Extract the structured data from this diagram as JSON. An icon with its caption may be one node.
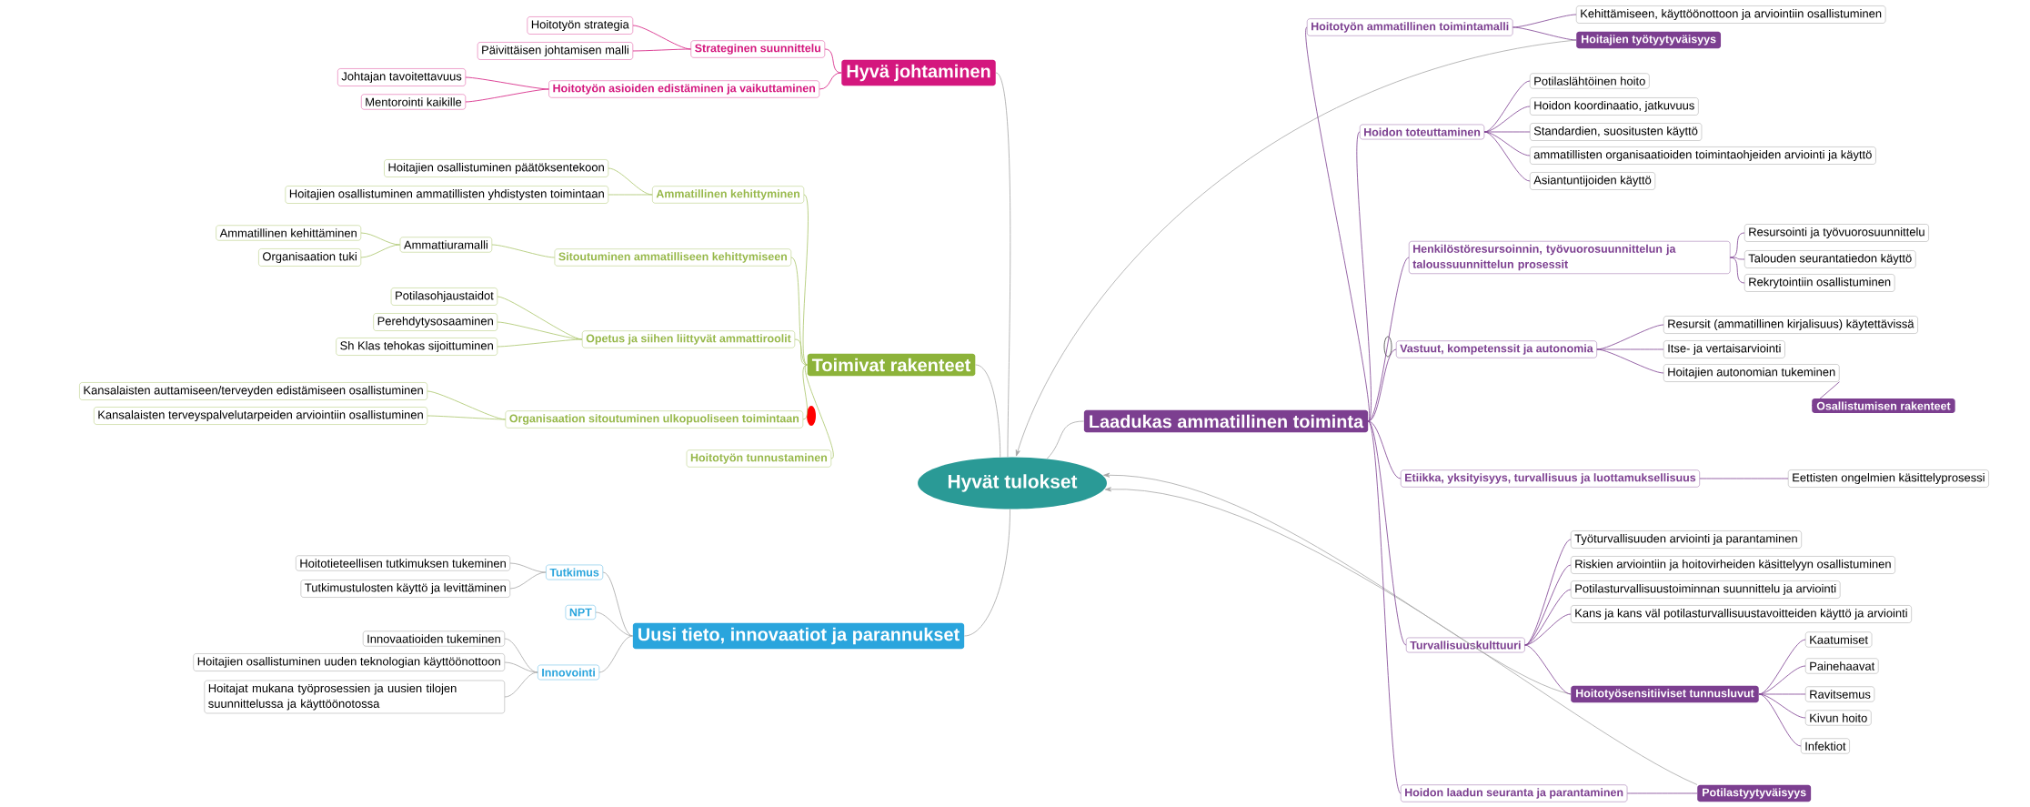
{
  "diagram": {
    "nodes": [
      {
        "text": [
          "Hyvät tulokset"
        ]
      },
      {
        "text": [
          "Hyvä johtaminen"
        ]
      },
      {
        "text": [
          "Strateginen suunnittelu"
        ]
      },
      {
        "text": [
          "Hoitotyön strategia"
        ]
      },
      {
        "text": [
          "Päivittäisen johtamisen malli"
        ]
      },
      {
        "text": [
          "Hoitotyön asioiden edistäminen ja vaikuttaminen"
        ]
      },
      {
        "text": [
          "Johtajan tavoitettavuus"
        ]
      },
      {
        "text": [
          "Mentorointi kaikille"
        ]
      },
      {
        "text": [
          "Toimivat rakenteet"
        ]
      },
      {
        "text": [
          "Ammatillinen kehittyminen"
        ]
      },
      {
        "text": [
          "Hoitajien osallistuminen päätöksentekoon"
        ]
      },
      {
        "text": [
          "Hoitajien osallistuminen ammatillisten yhdistysten toimintaan"
        ]
      },
      {
        "text": [
          "Sitoutuminen ammatilliseen kehittymiseen"
        ]
      },
      {
        "text": [
          "Ammattiuramalli"
        ]
      },
      {
        "text": [
          "Ammatillinen kehittäminen"
        ]
      },
      {
        "text": [
          "Organisaation tuki"
        ]
      },
      {
        "text": [
          "Opetus ja siihen liittyvät ammattiroolit"
        ]
      },
      {
        "text": [
          "Potilasohjaustaidot"
        ]
      },
      {
        "text": [
          "Perehdytysosaaminen"
        ]
      },
      {
        "text": [
          "Sh Klas tehokas sijoittuminen"
        ]
      },
      {
        "text": [
          "Organisaation sitoutuminen ulkopuoliseen toimintaan"
        ]
      },
      {
        "text": [
          "Kansalaisten auttamiseen/terveyden edistämiseen osallistuminen"
        ]
      },
      {
        "text": [
          "Kansalaisten terveyspalvelutarpeiden arviointiin osallistuminen"
        ]
      },
      {
        "text": [
          "Hoitotyön tunnustaminen"
        ]
      },
      {
        "text": [
          "Uusi tieto, innovaatiot ja parannukset"
        ]
      },
      {
        "text": [
          "Tutkimus"
        ]
      },
      {
        "text": [
          "Hoitotieteellisen tutkimuksen tukeminen"
        ]
      },
      {
        "text": [
          "Tutkimustulosten käyttö ja levittäminen"
        ]
      },
      {
        "text": [
          "NPT"
        ]
      },
      {
        "text": [
          "Innovointi"
        ]
      },
      {
        "text": [
          "Innovaatioiden tukeminen"
        ]
      },
      {
        "text": [
          "Hoitajien osallistuminen uuden teknologian käyttöönottoon"
        ]
      },
      {
        "text": [
          "Hoitajat mukana työprosessien ja uusien tilojen suunnittelussa ja käyttöönotossa"
        ]
      },
      {
        "text": [
          "Laadukas ammatillinen toiminta"
        ]
      },
      {
        "text": [
          "Hoitotyön ammatillinen toimintamalli"
        ]
      },
      {
        "text": [
          "Kehittämiseen, käyttöönottoon ja arviointiin osallistuminen"
        ]
      },
      {
        "text": [
          "Hoitajien työtyytyväisyys"
        ]
      },
      {
        "text": [
          "Hoidon toteuttaminen"
        ]
      },
      {
        "text": [
          "Potilaslähtöinen hoito"
        ]
      },
      {
        "text": [
          "Hoidon koordinaatio, jatkuvuus"
        ]
      },
      {
        "text": [
          "Standardien, suositusten käyttö"
        ]
      },
      {
        "text": [
          "ammatillisten organisaatioiden toimintaohjeiden arviointi ja käyttö"
        ]
      },
      {
        "text": [
          "Asiantuntijoiden käyttö"
        ]
      },
      {
        "text": [
          "Henkilöstöresursoinnin, työvuorosuunnittelun ja taloussuunnittelun prosessit"
        ]
      },
      {
        "text": [
          "Resursointi ja työvuorosuunnittelu"
        ]
      },
      {
        "text": [
          "Talouden seurantatiedon käyttö"
        ]
      },
      {
        "text": [
          "Rekrytointiin osallistuminen"
        ]
      },
      {
        "text": [
          "Vastuut, kompetenssit ja autonomia"
        ]
      },
      {
        "text": [
          "Resursit (ammatillinen kirjalisuus) käytettävissä"
        ]
      },
      {
        "text": [
          "Itse- ja vertaisarviointi"
        ]
      },
      {
        "text": [
          "Hoitajien autonomian tukeminen"
        ]
      },
      {
        "text": [
          "Osallistumisen rakenteet"
        ]
      },
      {
        "text": [
          "Etiikka, yksityisyys, turvallisuus ja luottamuksellisuus"
        ]
      },
      {
        "text": [
          "Eettisten ongelmien käsittelyprosessi"
        ]
      },
      {
        "text": [
          "Turvallisuuskulttuuri"
        ]
      },
      {
        "text": [
          "Työturvallisuuden arviointi ja parantaminen"
        ]
      },
      {
        "text": [
          "Riskien arviointiin ja hoitovirheiden käsittelyyn osallistuminen"
        ]
      },
      {
        "text": [
          "Potilasturvallisuustoiminnan suunnittelu ja arviointi"
        ]
      },
      {
        "text": [
          "Kans ja kans väl potilasturvallisuustavoitteiden käyttö ja arviointi"
        ]
      },
      {
        "text": [
          "Hoitotyösensitiiviset tunnusluvut"
        ]
      },
      {
        "text": [
          "Kaatumiset"
        ]
      },
      {
        "text": [
          "Painehaavat"
        ]
      },
      {
        "text": [
          "Ravitsemus"
        ]
      },
      {
        "text": [
          "Kivun hoito"
        ]
      },
      {
        "text": [
          "Infektiot"
        ]
      },
      {
        "text": [
          "Hoidon laadun seuranta ja parantaminen"
        ]
      },
      {
        "text": [
          "Potilastyytyväisyys"
        ]
      }
    ],
    "edges": [
      {
        "from": 1,
        "to": 0,
        "arrow": "none",
        "color": "#a6a6a6"
      },
      {
        "from": 8,
        "to": 0,
        "arrow": "none",
        "color": "#a6a6a6"
      },
      {
        "from": 24,
        "to": 0,
        "arrow": "none",
        "color": "#a6a6a6"
      },
      {
        "from": 33,
        "to": 0,
        "arrow": "none",
        "color": "#a6a6a6"
      },
      {
        "from": 36,
        "to": 0,
        "arrow": "to",
        "color": "#a6a6a6"
      },
      {
        "from": 59,
        "to": 0,
        "arrow": "to",
        "color": "#a6a6a6"
      },
      {
        "from": 66,
        "to": 0,
        "arrow": "to",
        "color": "#a6a6a6"
      },
      {
        "from": 1,
        "to": 2,
        "arrow": "none",
        "color": "#d4177e"
      },
      {
        "from": 2,
        "to": 3,
        "arrow": "none",
        "color": "#d4177e"
      },
      {
        "from": 2,
        "to": 4,
        "arrow": "none",
        "color": "#d4177e"
      },
      {
        "from": 1,
        "to": 5,
        "arrow": "none",
        "color": "#d4177e"
      },
      {
        "from": 5,
        "to": 6,
        "arrow": "none",
        "color": "#d4177e"
      },
      {
        "from": 5,
        "to": 7,
        "arrow": "none",
        "color": "#d4177e"
      },
      {
        "from": 8,
        "to": 9,
        "arrow": "none",
        "color": "#a9c56a"
      },
      {
        "from": 9,
        "to": 10,
        "arrow": "none",
        "color": "#a9c56a"
      },
      {
        "from": 9,
        "to": 11,
        "arrow": "none",
        "color": "#a9c56a"
      },
      {
        "from": 8,
        "to": 12,
        "arrow": "none",
        "color": "#a9c56a"
      },
      {
        "from": 12,
        "to": 13,
        "arrow": "none",
        "color": "#a9c56a"
      },
      {
        "from": 13,
        "to": 14,
        "arrow": "none",
        "color": "#a9c56a"
      },
      {
        "from": 13,
        "to": 15,
        "arrow": "none",
        "color": "#a9c56a"
      },
      {
        "from": 8,
        "to": 16,
        "arrow": "none",
        "color": "#a9c56a"
      },
      {
        "from": 16,
        "to": 17,
        "arrow": "none",
        "color": "#a9c56a"
      },
      {
        "from": 16,
        "to": 18,
        "arrow": "none",
        "color": "#a9c56a"
      },
      {
        "from": 16,
        "to": 19,
        "arrow": "none",
        "color": "#a9c56a"
      },
      {
        "from": 8,
        "to": 20,
        "arrow": "none",
        "color": "#a9c56a"
      },
      {
        "from": 20,
        "to": 21,
        "arrow": "none",
        "color": "#a9c56a"
      },
      {
        "from": 20,
        "to": 22,
        "arrow": "none",
        "color": "#a9c56a"
      },
      {
        "from": 8,
        "to": 23,
        "arrow": "none",
        "color": "#a9c56a"
      },
      {
        "from": 24,
        "to": 25,
        "arrow": "none",
        "color": "#a6a6a6"
      },
      {
        "from": 25,
        "to": 26,
        "arrow": "none",
        "color": "#a6a6a6"
      },
      {
        "from": 25,
        "to": 27,
        "arrow": "none",
        "color": "#a6a6a6"
      },
      {
        "from": 24,
        "to": 28,
        "arrow": "none",
        "color": "#a6a6a6"
      },
      {
        "from": 24,
        "to": 29,
        "arrow": "none",
        "color": "#a6a6a6"
      },
      {
        "from": 29,
        "to": 30,
        "arrow": "none",
        "color": "#a6a6a6"
      },
      {
        "from": 29,
        "to": 31,
        "arrow": "none",
        "color": "#a6a6a6"
      },
      {
        "from": 29,
        "to": 32,
        "arrow": "none",
        "color": "#a6a6a6"
      },
      {
        "from": 33,
        "to": 34,
        "arrow": "none"
      },
      {
        "from": 34,
        "to": 35,
        "arrow": "none"
      },
      {
        "from": 34,
        "to": 36,
        "arrow": "none"
      },
      {
        "from": 33,
        "to": 37,
        "arrow": "none"
      },
      {
        "from": 37,
        "to": 38,
        "arrow": "none"
      },
      {
        "from": 37,
        "to": 39,
        "arrow": "none"
      },
      {
        "from": 37,
        "to": 40,
        "arrow": "none"
      },
      {
        "from": 37,
        "to": 41,
        "arrow": "none"
      },
      {
        "from": 37,
        "to": 42,
        "arrow": "none"
      },
      {
        "from": 33,
        "to": 43,
        "arrow": "none"
      },
      {
        "from": 43,
        "to": 44,
        "arrow": "none"
      },
      {
        "from": 43,
        "to": 45,
        "arrow": "none"
      },
      {
        "from": 43,
        "to": 46,
        "arrow": "none"
      },
      {
        "from": 33,
        "to": 47,
        "arrow": "none"
      },
      {
        "from": 47,
        "to": 48,
        "arrow": "none"
      },
      {
        "from": 47,
        "to": 49,
        "arrow": "none"
      },
      {
        "from": 47,
        "to": 50,
        "arrow": "none"
      },
      {
        "from": 50,
        "to": 51,
        "arrow": "none"
      },
      {
        "from": 33,
        "to": 52,
        "arrow": "none"
      },
      {
        "from": 52,
        "to": 53,
        "arrow": "none"
      },
      {
        "from": 33,
        "to": 54,
        "arrow": "none"
      },
      {
        "from": 54,
        "to": 55,
        "arrow": "none"
      },
      {
        "from": 54,
        "to": 56,
        "arrow": "none"
      },
      {
        "from": 54,
        "to": 57,
        "arrow": "none"
      },
      {
        "from": 54,
        "to": 58,
        "arrow": "none"
      },
      {
        "from": 54,
        "to": 59,
        "arrow": "none"
      },
      {
        "from": 59,
        "to": 60,
        "arrow": "none"
      },
      {
        "from": 59,
        "to": 61,
        "arrow": "none"
      },
      {
        "from": 59,
        "to": 62,
        "arrow": "none"
      },
      {
        "from": 59,
        "to": 63,
        "arrow": "none"
      },
      {
        "from": 59,
        "to": 64,
        "arrow": "none"
      },
      {
        "from": 33,
        "to": 65,
        "arrow": "none"
      },
      {
        "from": 65,
        "to": 66,
        "arrow": "none"
      }
    ]
  }
}
